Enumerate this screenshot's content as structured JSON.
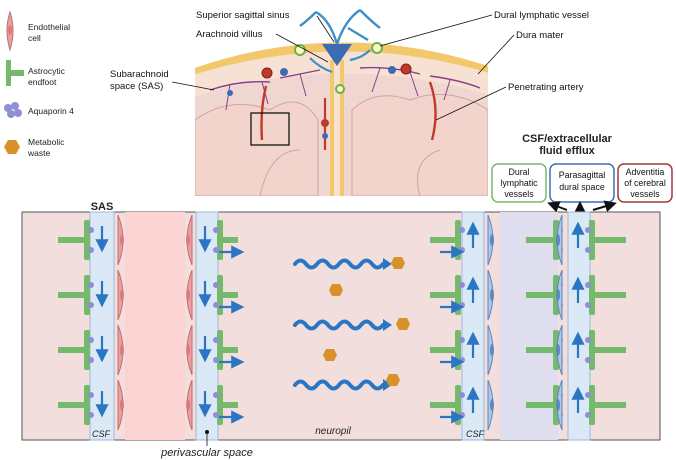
{
  "legend": {
    "endothelial": [
      "Endothelial",
      "cell"
    ],
    "astrocytic": [
      "Astrocytic",
      "endfoot"
    ],
    "aquaporin": "Aquaporin 4",
    "metabolic": [
      "Metabolic",
      "waste"
    ]
  },
  "callouts": {
    "superior_sagittal_sinus": "Superior sagittal sinus",
    "arachnoid_villus": "Arachnoid villus",
    "sas_line1": "Subarachnoid",
    "sas_line2": "space (SAS)",
    "dural_lymphatic_vessel": "Dural lymphatic vessel",
    "dura_mater": "Dura mater",
    "penetrating_artery": "Penetrating artery"
  },
  "efflux": {
    "title_line1": "CSF/extracellular",
    "title_line2": "fluid efflux",
    "boxes": [
      {
        "lines": [
          "Dural",
          "lymphatic",
          "vessels"
        ],
        "color": "#7ab86a"
      },
      {
        "lines": [
          "Parasagittal",
          "dural space"
        ],
        "color": "#3f6fb5"
      },
      {
        "lines": [
          "Adventitia",
          "of cerebral",
          "vessels"
        ],
        "color": "#a23a3a"
      }
    ]
  },
  "panel": {
    "sas": "SAS",
    "csf_left": "CSF",
    "csf_right": "CSF",
    "neuropil": "neuropil",
    "perivascular": "perivascular space"
  },
  "colors": {
    "bg_panel": "#f3dede",
    "csf_blue": "#dbe8f6",
    "astro_green": "#74b96c",
    "endothelial": "#e9a1a1",
    "aquaporin": "#8e8fd6",
    "waste": "#d9912b",
    "arrow_blue": "#2a76c2"
  }
}
